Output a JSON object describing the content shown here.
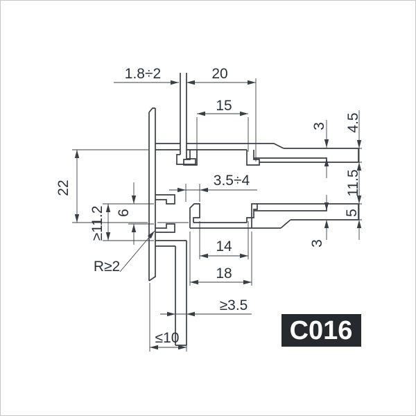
{
  "drawing": {
    "badge": {
      "code": "C016"
    },
    "dims": {
      "wall_thickness": "1.8÷2",
      "top_channel_outer": "20",
      "top_channel_inner": "15",
      "top_tongue_step": "3",
      "top_tongue_tip": "4.5",
      "panel_gap": "11.5",
      "bottom_tongue_tip": "5",
      "bottom_tongue_step": "3",
      "mouth_distance": "22",
      "clip_depth": "≥11.2",
      "clip_opening": "6",
      "corner_radius": "R≥2",
      "slot_width": "3.5÷4",
      "bottom_channel_inner": "14",
      "bottom_channel_outer": "18",
      "bottom_wall_thickness": "≥3.5",
      "overall_width": "≤10"
    }
  },
  "colors": {
    "line": "#3a3f46",
    "text": "#2b3138",
    "badge_bg": "#26292e",
    "badge_fg": "#ffffff",
    "background": "#ffffff",
    "frame": "#c6c6c6"
  }
}
